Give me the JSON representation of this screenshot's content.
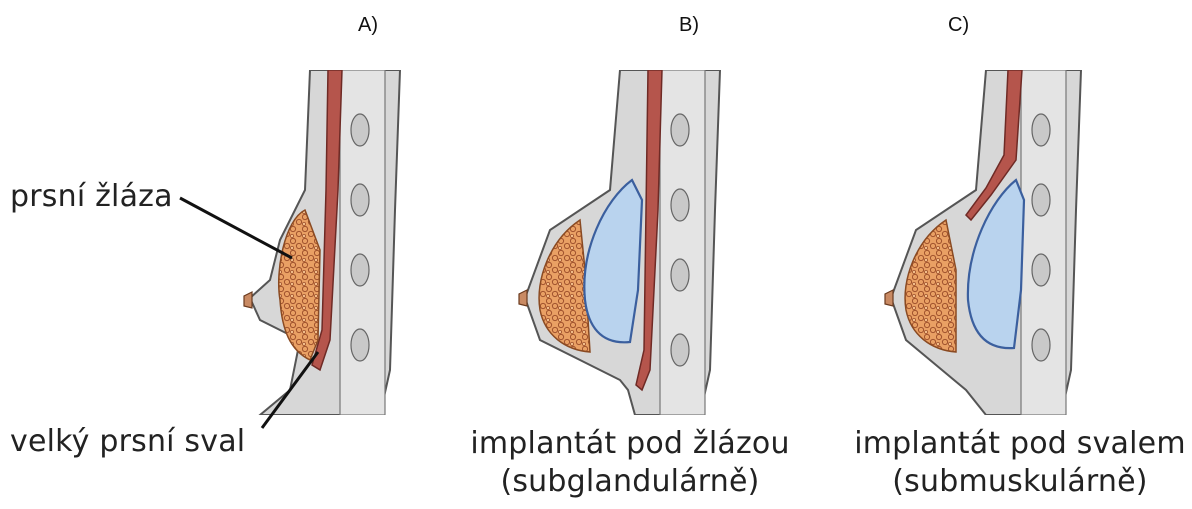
{
  "panels": {
    "a": {
      "letter": "A)"
    },
    "b": {
      "letter": "B)",
      "caption_line1": "implantát pod žlázou",
      "caption_line2": "(subglandulárně)"
    },
    "c": {
      "letter": "C)",
      "caption_line1": "implantát pod svalem",
      "caption_line2": "(submuskulárně)"
    }
  },
  "labels": {
    "gland": "prsní žláza",
    "muscle": "velký prsní sval"
  },
  "colors": {
    "skin": "#d7d7d7",
    "skin_outline": "#555555",
    "muscle": "#b5554c",
    "gland_fill": "#e9a064",
    "gland_dots": "#a0522d",
    "implant": "#b9d3ee",
    "implant_outline": "#3b5f9e",
    "rib": "#c9c9c9"
  }
}
